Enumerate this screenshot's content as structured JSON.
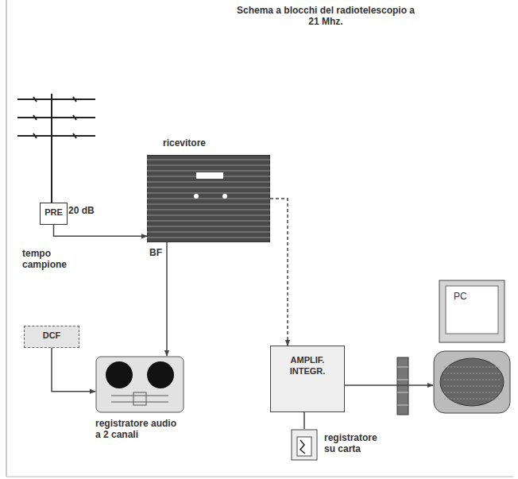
{
  "diagram": {
    "title": "Schema a blocchi del radiotelescopio a 21 Mhz.",
    "nodes": [
      {
        "text": [
          "PRE"
        ]
      },
      {
        "text": [
          "ricevitore"
        ]
      },
      {
        "text": [
          "DCF"
        ]
      },
      {
        "text": [
          "registratore audio a 2 canali"
        ]
      },
      {
        "text": [
          "AMPLIF. INTEGR."
        ]
      },
      {
        "text": [
          "registratore su carta"
        ]
      },
      {
        "text": [
          "PC"
        ]
      }
    ],
    "edges": [
      {
        "from": 0,
        "to": 1,
        "arrow": "to"
      },
      {
        "from": 1,
        "to": 3,
        "label": "BF",
        "arrow": "to"
      },
      {
        "from": 2,
        "to": 3,
        "arrow": "to"
      },
      {
        "from": 1,
        "to": 4,
        "arrow": "to"
      },
      {
        "from": 4,
        "to": 5,
        "arrow": "none"
      },
      {
        "from": 4,
        "to": 6,
        "arrow": "to"
      }
    ],
    "labels": [
      "20 dB",
      "tempo campione"
    ]
  }
}
